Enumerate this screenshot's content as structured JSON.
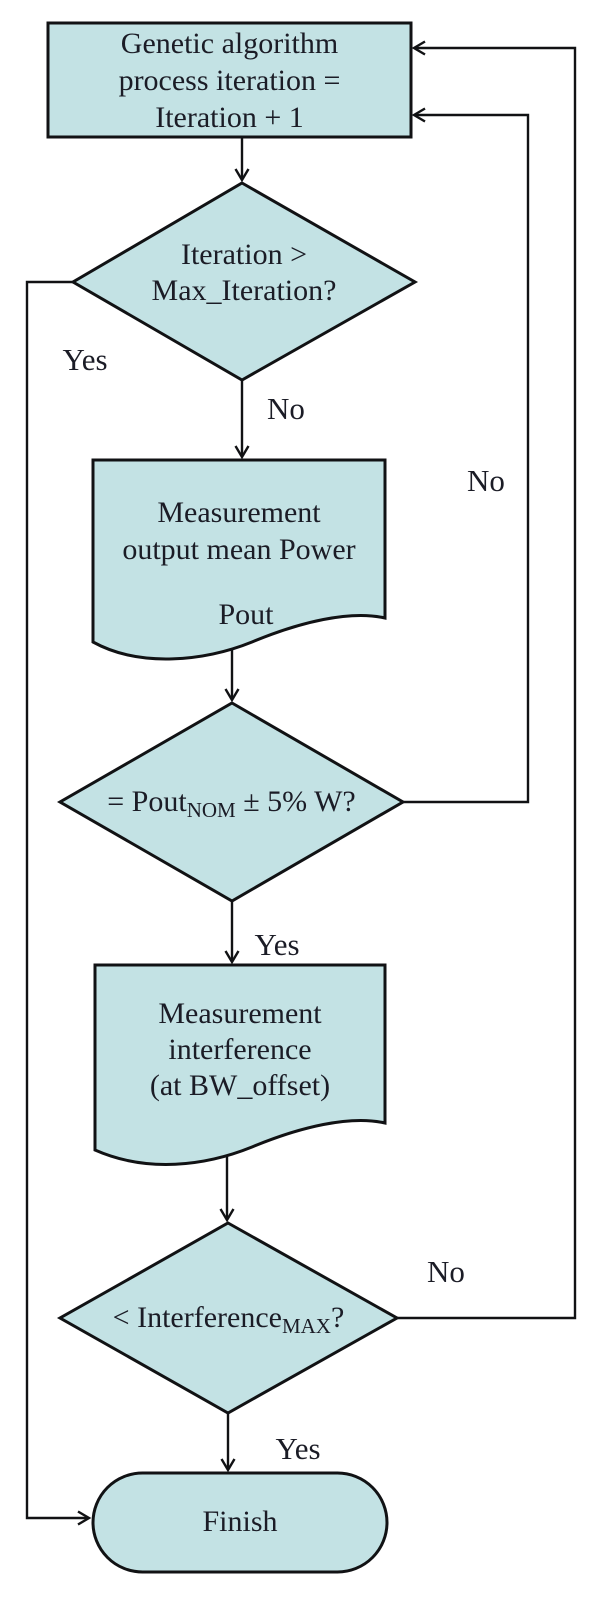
{
  "colors": {
    "node_fill": "#c3e2e4",
    "stroke": "#111214",
    "text": "#1b1c26",
    "background": "#ffffff"
  },
  "nodes": {
    "process": {
      "line1": "Genetic algorithm",
      "line2": "process iteration =",
      "line3": "Iteration + 1"
    },
    "decision_iteration": {
      "line1": "Iteration >",
      "line2": "Max_Iteration?"
    },
    "document_power": {
      "line1": "Measurement",
      "line2": "output mean Power",
      "caption": "Pout"
    },
    "decision_pout": {
      "prefix": "= Pout",
      "subscript": "NOM",
      "suffix": " ± 5% W?"
    },
    "document_interference": {
      "line1": "Measurement",
      "line2": "interference",
      "line3": "(at BW_offset)"
    },
    "decision_interference": {
      "prefix": "< Interference",
      "subscript": "MAX",
      "suffix": "?"
    },
    "finish": {
      "label": "Finish"
    }
  },
  "edge_labels": {
    "decision_iteration_yes": "Yes",
    "decision_iteration_no": "No",
    "decision_pout_no": "No",
    "decision_pout_yes": "Yes",
    "decision_interference_no": "No",
    "decision_interference_yes": "Yes"
  }
}
